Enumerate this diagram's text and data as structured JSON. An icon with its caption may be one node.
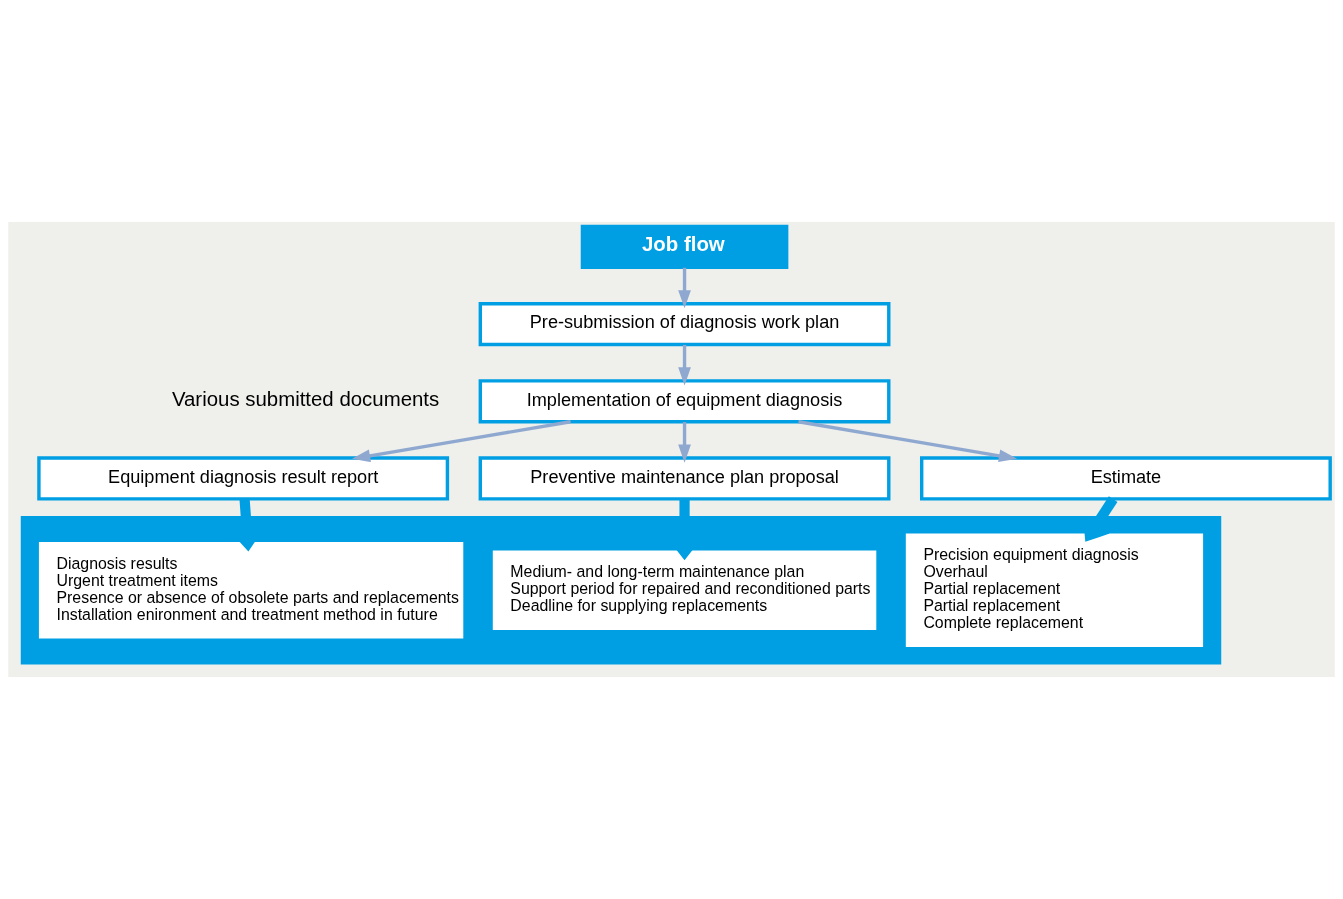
{
  "diagram": {
    "nodes": [
      {
        "text": [
          "Job flow"
        ]
      },
      {
        "text": [
          "Pre-submission of diagnosis work plan"
        ]
      },
      {
        "text": [
          "Implementation of equipment diagnosis"
        ]
      },
      {
        "text": [
          "Equipment diagnosis result report"
        ]
      },
      {
        "text": [
          "Preventive maintenance plan proposal"
        ]
      },
      {
        "text": [
          "Estimate"
        ]
      },
      {
        "text": [],
        "shape": "box"
      },
      {
        "text": [
          "Diagnosis results",
          "Urgent treatment items",
          "Presence or absence of obsolete parts and replacements",
          "Installation enironment and treatment method in future"
        ],
        "in": 6
      },
      {
        "text": [
          "Medium- and long-term maintenance plan",
          "Support period for repaired and reconditioned parts",
          "Deadline for supplying replacements"
        ],
        "in": 6
      },
      {
        "text": [
          "Precision equipment diagnosis",
          "Overhaul",
          "Partial replacement",
          "Partial replacement",
          "Complete replacement"
        ],
        "in": 6
      }
    ],
    "edges": [
      {
        "from": 0,
        "to": 1,
        "arrow": "to"
      },
      {
        "from": 1,
        "to": 2,
        "arrow": "to"
      },
      {
        "from": 2,
        "to": 3,
        "arrow": "to"
      },
      {
        "from": 2,
        "to": 4,
        "arrow": "to"
      },
      {
        "from": 2,
        "to": 5,
        "arrow": "to"
      },
      {
        "from": 3,
        "to": 7,
        "arrow": "to",
        "style": "thick",
        "color": "#009fe3"
      },
      {
        "from": 4,
        "to": 8,
        "arrow": "to",
        "style": "thick",
        "color": "#009fe3"
      },
      {
        "from": 5,
        "to": 9,
        "arrow": "to",
        "style": "thick",
        "color": "#009fe3"
      }
    ],
    "labels": [
      "Various submitted documents"
    ]
  }
}
